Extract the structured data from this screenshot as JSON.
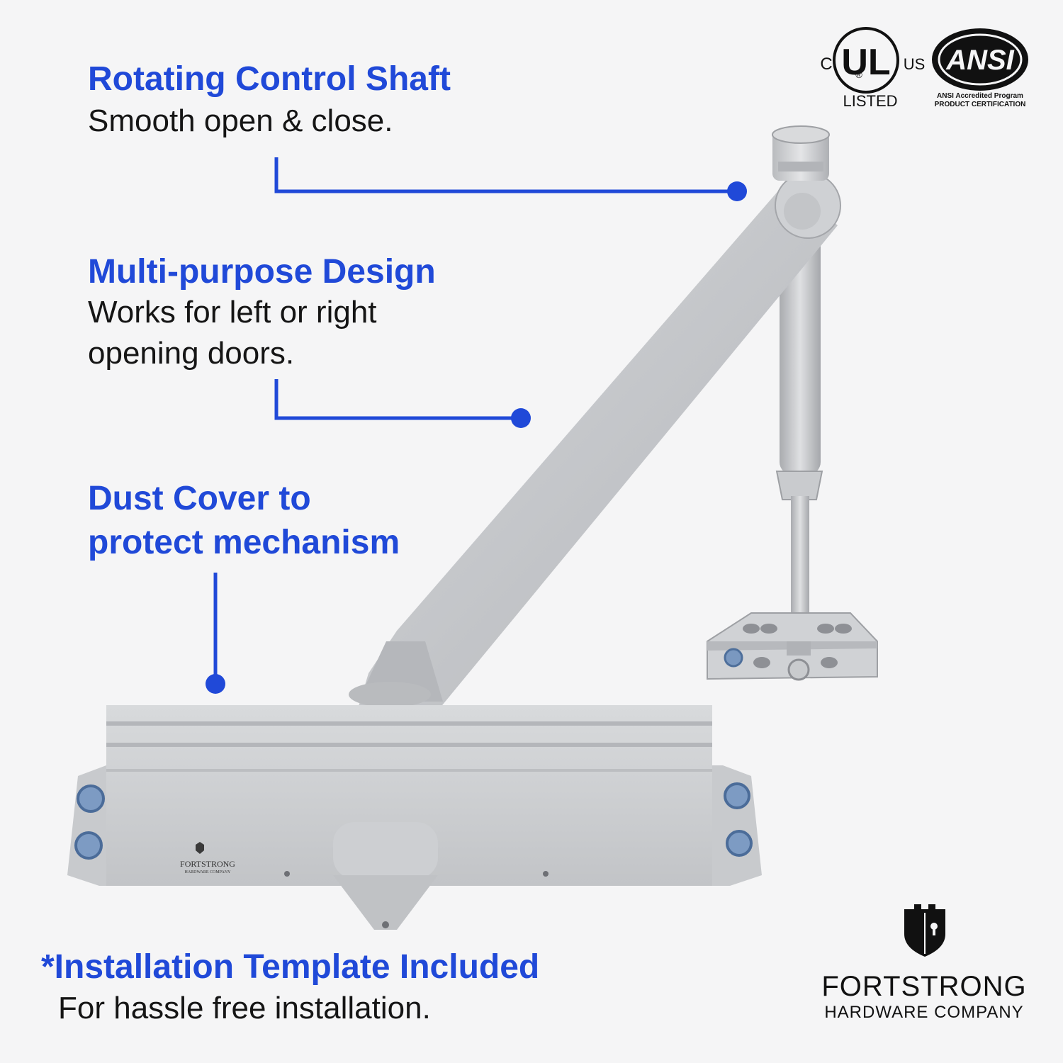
{
  "features": [
    {
      "title": "Rotating Control Shaft",
      "lines": [
        "Smooth open & close."
      ]
    },
    {
      "title": "Multi-purpose Design",
      "lines": [
        "Works for left or right",
        "opening doors."
      ]
    },
    {
      "title_lines": [
        "Dust Cover to",
        "protect mechanism"
      ]
    }
  ],
  "footer": {
    "title": "*Installation Template Included",
    "text": "For hassle free installation."
  },
  "certifications": {
    "ul": {
      "c": "C",
      "mark": "UL",
      "reg": "®",
      "us": "US",
      "listed": "LISTED"
    },
    "ansi": {
      "mark": "ANSI",
      "line1": "ANSI Accredited Program",
      "line2": "PRODUCT CERTIFICATION"
    }
  },
  "brand": {
    "name": "FORTSTRONG",
    "subtitle": "HARDWARE COMPANY",
    "engraved_name": "FORTSTRONG",
    "engraved_subtitle": "HARDWARE COMPANY"
  },
  "colors": {
    "accent": "#2049d8",
    "text": "#151515",
    "background": "#f5f5f6",
    "metal": "#c4c6c9"
  },
  "icons": [
    "shield-keyhole-icon"
  ]
}
